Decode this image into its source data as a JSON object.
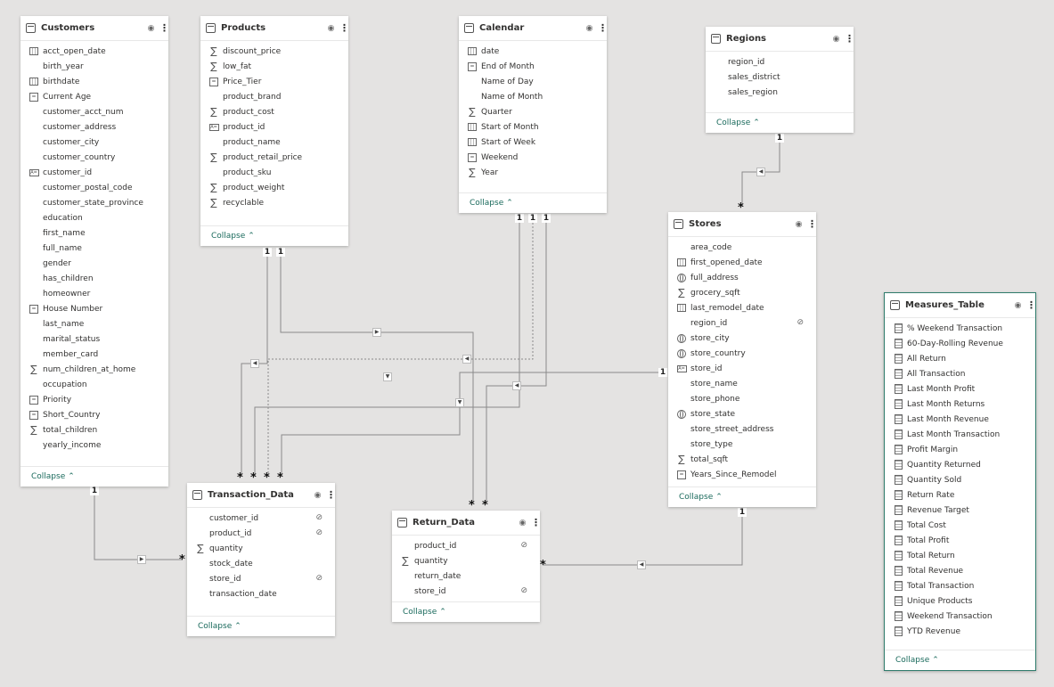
{
  "tables": [
    {
      "name": "Customers",
      "selected": false,
      "fields": [
        {
          "label": "acct_open_date",
          "icon": "calendar-icon"
        },
        {
          "label": "birth_year",
          "icon": ""
        },
        {
          "label": "birthdate",
          "icon": "calendar-icon"
        },
        {
          "label": "Current Age",
          "icon": "calculated-column-icon"
        },
        {
          "label": "customer_acct_num",
          "icon": ""
        },
        {
          "label": "customer_address",
          "icon": ""
        },
        {
          "label": "customer_city",
          "icon": ""
        },
        {
          "label": "customer_country",
          "icon": ""
        },
        {
          "label": "customer_id",
          "icon": "text-icon"
        },
        {
          "label": "customer_postal_code",
          "icon": ""
        },
        {
          "label": "customer_state_province",
          "icon": ""
        },
        {
          "label": "education",
          "icon": ""
        },
        {
          "label": "first_name",
          "icon": ""
        },
        {
          "label": "full_name",
          "icon": ""
        },
        {
          "label": "gender",
          "icon": ""
        },
        {
          "label": "has_children",
          "icon": ""
        },
        {
          "label": "homeowner",
          "icon": ""
        },
        {
          "label": "House Number",
          "icon": "calculated-column-icon"
        },
        {
          "label": "last_name",
          "icon": ""
        },
        {
          "label": "marital_status",
          "icon": ""
        },
        {
          "label": "member_card",
          "icon": ""
        },
        {
          "label": "num_children_at_home",
          "icon": "sigma-icon"
        },
        {
          "label": "occupation",
          "icon": ""
        },
        {
          "label": "Priority",
          "icon": "calculated-column-icon"
        },
        {
          "label": "Short_Country",
          "icon": "calculated-column-icon"
        },
        {
          "label": "total_children",
          "icon": "sigma-icon"
        },
        {
          "label": "yearly_income",
          "icon": ""
        }
      ],
      "collapse": "Collapse"
    },
    {
      "name": "Products",
      "selected": false,
      "fields": [
        {
          "label": "discount_price",
          "icon": "sigma-icon"
        },
        {
          "label": "low_fat",
          "icon": "sigma-icon"
        },
        {
          "label": "Price_Tier",
          "icon": "calculated-column-icon"
        },
        {
          "label": "product_brand",
          "icon": ""
        },
        {
          "label": "product_cost",
          "icon": "sigma-icon"
        },
        {
          "label": "product_id",
          "icon": "text-icon"
        },
        {
          "label": "product_name",
          "icon": ""
        },
        {
          "label": "product_retail_price",
          "icon": "sigma-icon"
        },
        {
          "label": "product_sku",
          "icon": ""
        },
        {
          "label": "product_weight",
          "icon": "sigma-icon"
        },
        {
          "label": "recyclable",
          "icon": "sigma-icon"
        }
      ],
      "collapse": "Collapse"
    },
    {
      "name": "Calendar",
      "selected": false,
      "fields": [
        {
          "label": "date",
          "icon": "calendar-icon"
        },
        {
          "label": "End of Month",
          "icon": "calculated-column-icon"
        },
        {
          "label": "Name of Day",
          "icon": ""
        },
        {
          "label": "Name of Month",
          "icon": ""
        },
        {
          "label": "Quarter",
          "icon": "sigma-icon"
        },
        {
          "label": "Start of Month",
          "icon": "calendar-icon"
        },
        {
          "label": "Start of Week",
          "icon": "calendar-icon"
        },
        {
          "label": "Weekend",
          "icon": "calculated-column-icon"
        },
        {
          "label": "Year",
          "icon": "sigma-icon"
        }
      ],
      "collapse": "Collapse"
    },
    {
      "name": "Regions",
      "selected": false,
      "fields": [
        {
          "label": "region_id",
          "icon": ""
        },
        {
          "label": "sales_district",
          "icon": ""
        },
        {
          "label": "sales_region",
          "icon": ""
        }
      ],
      "collapse": "Collapse"
    },
    {
      "name": "Stores",
      "selected": false,
      "fields": [
        {
          "label": "area_code",
          "icon": ""
        },
        {
          "label": "first_opened_date",
          "icon": "calendar-icon"
        },
        {
          "label": "full_address",
          "icon": "globe-icon"
        },
        {
          "label": "grocery_sqft",
          "icon": "sigma-icon"
        },
        {
          "label": "last_remodel_date",
          "icon": "calendar-icon"
        },
        {
          "label": "region_id",
          "icon": "",
          "hidden": true
        },
        {
          "label": "store_city",
          "icon": "globe-icon"
        },
        {
          "label": "store_country",
          "icon": "globe-icon"
        },
        {
          "label": "store_id",
          "icon": "text-icon"
        },
        {
          "label": "store_name",
          "icon": ""
        },
        {
          "label": "store_phone",
          "icon": ""
        },
        {
          "label": "store_state",
          "icon": "globe-icon"
        },
        {
          "label": "store_street_address",
          "icon": ""
        },
        {
          "label": "store_type",
          "icon": ""
        },
        {
          "label": "total_sqft",
          "icon": "sigma-icon"
        },
        {
          "label": "Years_Since_Remodel",
          "icon": "calculated-column-icon"
        }
      ],
      "collapse": "Collapse"
    },
    {
      "name": "Transaction_Data",
      "selected": false,
      "fields": [
        {
          "label": "customer_id",
          "icon": "",
          "hidden": true
        },
        {
          "label": "product_id",
          "icon": "",
          "hidden": true
        },
        {
          "label": "quantity",
          "icon": "sigma-icon"
        },
        {
          "label": "stock_date",
          "icon": ""
        },
        {
          "label": "store_id",
          "icon": "",
          "hidden": true
        },
        {
          "label": "transaction_date",
          "icon": ""
        }
      ],
      "collapse": "Collapse"
    },
    {
      "name": "Return_Data",
      "selected": false,
      "fields": [
        {
          "label": "product_id",
          "icon": "",
          "hidden": true
        },
        {
          "label": "quantity",
          "icon": "sigma-icon"
        },
        {
          "label": "return_date",
          "icon": ""
        },
        {
          "label": "store_id",
          "icon": "",
          "hidden": true
        }
      ],
      "collapse": "Collapse"
    },
    {
      "name": "Measures_Table",
      "selected": true,
      "fields": [
        {
          "label": "% Weekend Transaction",
          "icon": "measure-icon"
        },
        {
          "label": "60-Day-Rolling Revenue",
          "icon": "measure-icon"
        },
        {
          "label": "All Return",
          "icon": "measure-icon"
        },
        {
          "label": "All Transaction",
          "icon": "measure-icon"
        },
        {
          "label": "Last Month Profit",
          "icon": "measure-icon"
        },
        {
          "label": "Last Month Returns",
          "icon": "measure-icon"
        },
        {
          "label": "Last Month Revenue",
          "icon": "measure-icon"
        },
        {
          "label": "Last Month Transaction",
          "icon": "measure-icon"
        },
        {
          "label": "Profit Margin",
          "icon": "measure-icon"
        },
        {
          "label": "Quantity Returned",
          "icon": "measure-icon"
        },
        {
          "label": "Quantity Sold",
          "icon": "measure-icon"
        },
        {
          "label": "Return Rate",
          "icon": "measure-icon"
        },
        {
          "label": "Revenue Target",
          "icon": "measure-icon"
        },
        {
          "label": "Total Cost",
          "icon": "measure-icon"
        },
        {
          "label": "Total Profit",
          "icon": "measure-icon"
        },
        {
          "label": "Total Return",
          "icon": "measure-icon"
        },
        {
          "label": "Total Revenue",
          "icon": "measure-icon"
        },
        {
          "label": "Total Transaction",
          "icon": "measure-icon"
        },
        {
          "label": "Unique Products",
          "icon": "measure-icon"
        },
        {
          "label": "Weekend Transaction",
          "icon": "measure-icon"
        },
        {
          "label": "YTD Revenue",
          "icon": "measure-icon"
        }
      ],
      "collapse": "Collapse"
    }
  ],
  "cardinality": {
    "one": "1",
    "many": "*"
  },
  "colors": {
    "accent": "#2f7b6c",
    "line": "#8a8a8a",
    "canvas": "#e4e3e2"
  }
}
